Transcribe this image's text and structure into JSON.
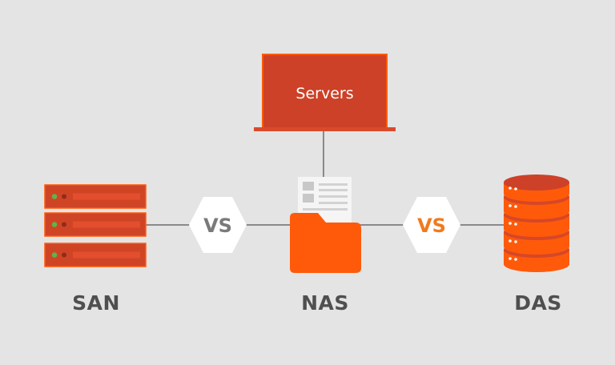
{
  "servers": {
    "label": "Servers"
  },
  "vs_left": {
    "label": "VS"
  },
  "vs_right": {
    "label": "VS"
  },
  "labels": {
    "san": "SAN",
    "nas": "NAS",
    "das": "DAS"
  },
  "colors": {
    "background": "#e4e4e4",
    "accent_red": "#cc4128",
    "accent_orange": "#ff5a0a",
    "accent_orange_text": "#f07a1e",
    "connector_gray": "#8a8a8a",
    "led_green": "#5fb34a",
    "label_gray": "#4f4f4f"
  }
}
